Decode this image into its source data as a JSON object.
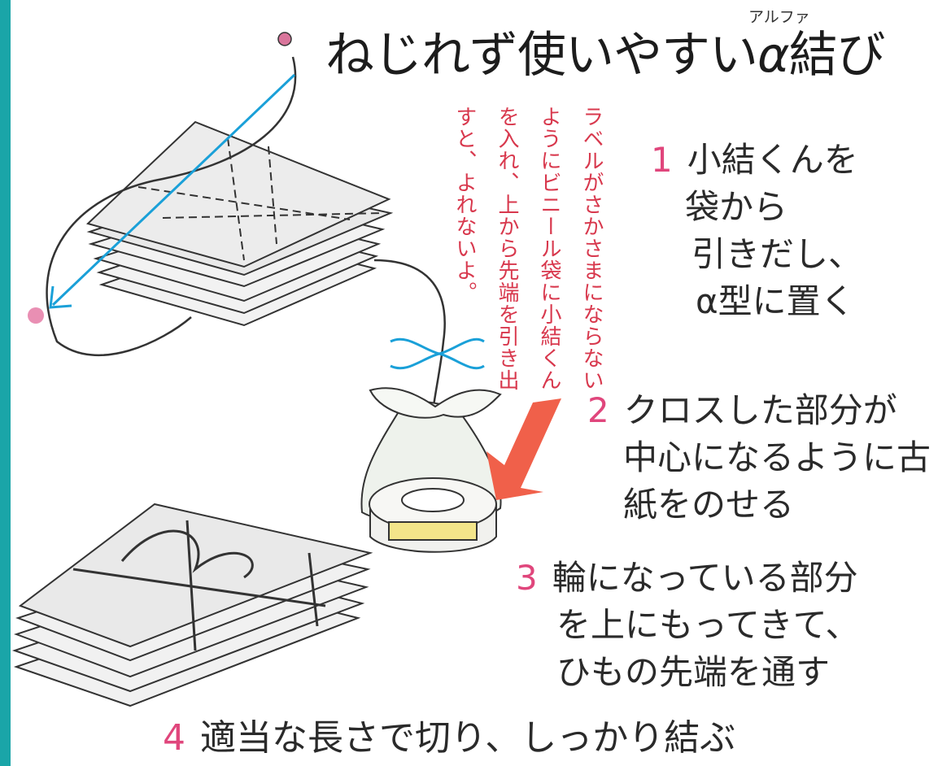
{
  "title": {
    "main": "ねじれず使いやすい",
    "alpha": "α",
    "suffix": "結び",
    "ruby": "アルファ"
  },
  "note": {
    "lines": [
      "ラベルがさかさまにならない",
      "ようにビニール袋に小結くん",
      "を入れ、上から先端を引き出",
      "すと、よれないよ。"
    ]
  },
  "steps": [
    {
      "number": "1",
      "lines": [
        "小結くんを",
        "袋から",
        "引きだし、",
        "α型に置く"
      ]
    },
    {
      "number": "2",
      "lines": [
        "クロスした部分が",
        "中心になるように古",
        "紙をのせる"
      ]
    },
    {
      "number": "3",
      "lines": [
        "輪になっている部分",
        "を上にもってきて、",
        "ひもの先端を通す"
      ]
    },
    {
      "number": "4",
      "lines": [
        "適当な長さで切り、しっかり結ぶ"
      ]
    }
  ],
  "colors": {
    "border": "#1aa5a8",
    "step_number": "#e0467c",
    "note_text": "#d8384d",
    "arrow": "#1aa0d8",
    "pointer": "#f0604a",
    "label": "#f3e58a"
  }
}
